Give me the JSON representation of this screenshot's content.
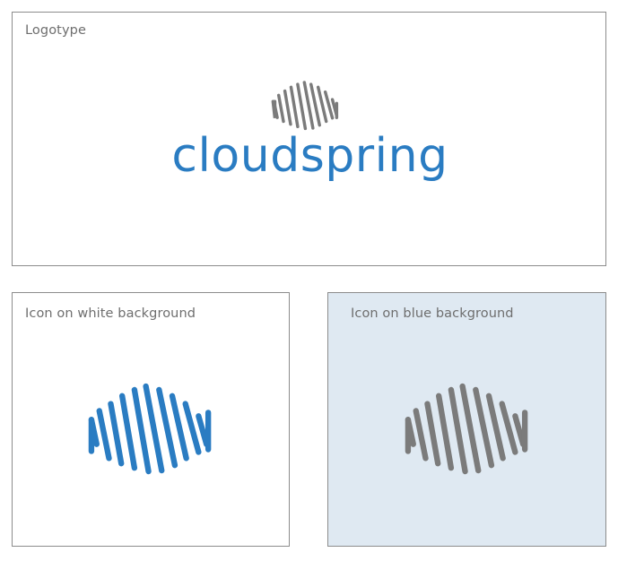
{
  "panels": {
    "logotype": {
      "label": "Logotype",
      "wordmark": "cloudspring",
      "icon_color": "#7b7b7b",
      "wordmark_color": "#2a7cc2"
    },
    "icon_white": {
      "label": "Icon on white background",
      "icon_color": "#2a7cc2",
      "background": "#ffffff"
    },
    "icon_blue": {
      "label": "Icon on blue background",
      "icon_color": "#7b7b7b",
      "background": "#dfe9f2"
    }
  },
  "icons": [
    "cloudspring-logo-icon"
  ]
}
